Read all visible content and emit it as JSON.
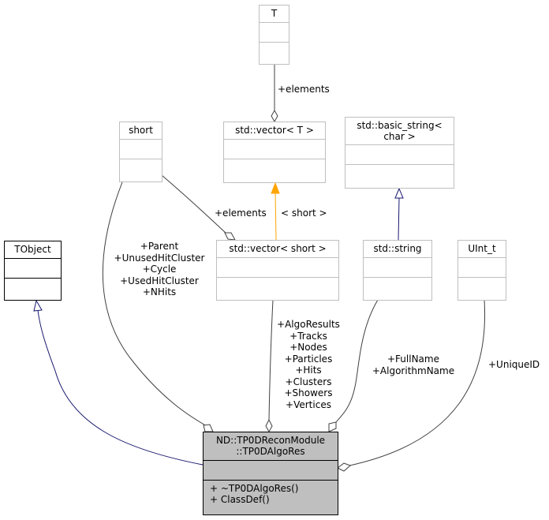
{
  "diagram": {
    "type": "doxygen-collaboration-graph",
    "classes": {
      "main": {
        "name_line1": "ND::TP0DReconModule",
        "name_line2": "::TP0DAlgoRes",
        "methods": [
          "+ ~TP0DAlgoRes()",
          "+ ClassDef()"
        ]
      },
      "tobject": {
        "name": "TObject"
      },
      "short": {
        "name": "short"
      },
      "t": {
        "name": "T"
      },
      "vector_t": {
        "name": "std::vector< T >"
      },
      "vector_short": {
        "name": "std::vector< short >"
      },
      "basic_string": {
        "name_line1": "std::basic_string<",
        "name_line2": "char >"
      },
      "string": {
        "name": "std::string"
      },
      "uint": {
        "name": "UInt_t"
      }
    },
    "edges": {
      "t_to_vector_t": {
        "label": "+elements",
        "kind": "aggregation"
      },
      "short_to_vector_short": {
        "label": "+elements",
        "kind": "aggregation"
      },
      "vector_t_to_vector_short": {
        "label": "< short >",
        "kind": "template-instance"
      },
      "basic_string_to_string": {
        "kind": "inheritance"
      },
      "tobject_to_main": {
        "kind": "inheritance"
      },
      "short_to_main": {
        "kind": "aggregation",
        "labels": [
          "+Parent",
          "+UnusedHitCluster",
          "+Cycle",
          "+UsedHitCluster",
          "+NHits"
        ]
      },
      "vector_short_to_main": {
        "kind": "aggregation",
        "labels": [
          "+AlgoResults",
          "+Tracks",
          "+Nodes",
          "+Particles",
          "+Hits",
          "+Clusters",
          "+Showers",
          "+Vertices"
        ]
      },
      "string_to_main": {
        "kind": "aggregation",
        "labels": [
          "+FullName",
          "+AlgorithmName"
        ]
      },
      "uint_to_main": {
        "kind": "aggregation",
        "label": "+UniqueID"
      }
    },
    "colors": {
      "aggregation": "#404040",
      "inheritance": "#191970",
      "template": "#ffa500",
      "main_fill": "#bfbfbf"
    }
  }
}
